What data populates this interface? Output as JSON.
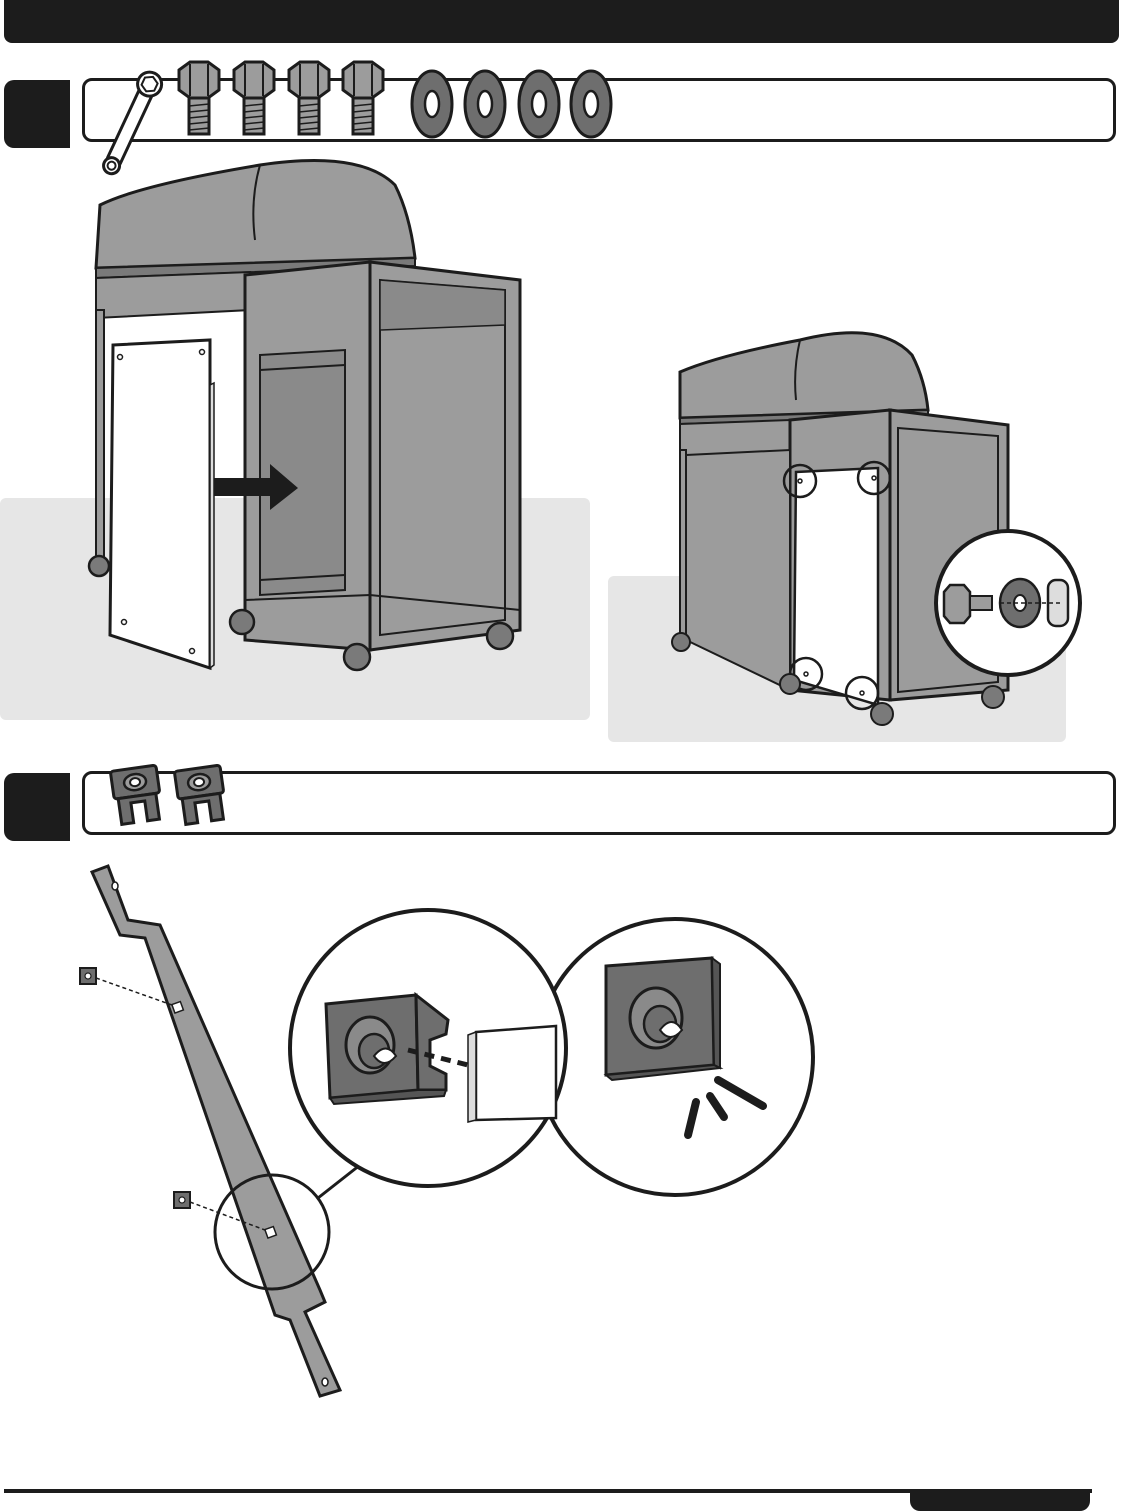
{
  "colors": {
    "ink": "#1c1c1c",
    "grill_body": "#9c9c9c",
    "grill_dark": "#7a7a7a",
    "panel": "#ffffff",
    "floor": "#e6e6e6",
    "hardware": "#6e6e6e"
  },
  "steps": [
    {
      "id": "step-1",
      "hardware": [
        {
          "icon": "wrench-icon",
          "count": 1
        },
        {
          "icon": "bolt-icon",
          "count": 4
        },
        {
          "icon": "washer-icon",
          "count": 4
        }
      ],
      "illustrations": [
        "panel-slide-in",
        "panel-bolted-detail"
      ]
    },
    {
      "id": "step-2",
      "hardware": [
        {
          "icon": "clip-nut-icon",
          "count": 2
        }
      ],
      "illustrations": [
        "rail-clip-insertion",
        "clip-detail-zoom"
      ]
    }
  ]
}
